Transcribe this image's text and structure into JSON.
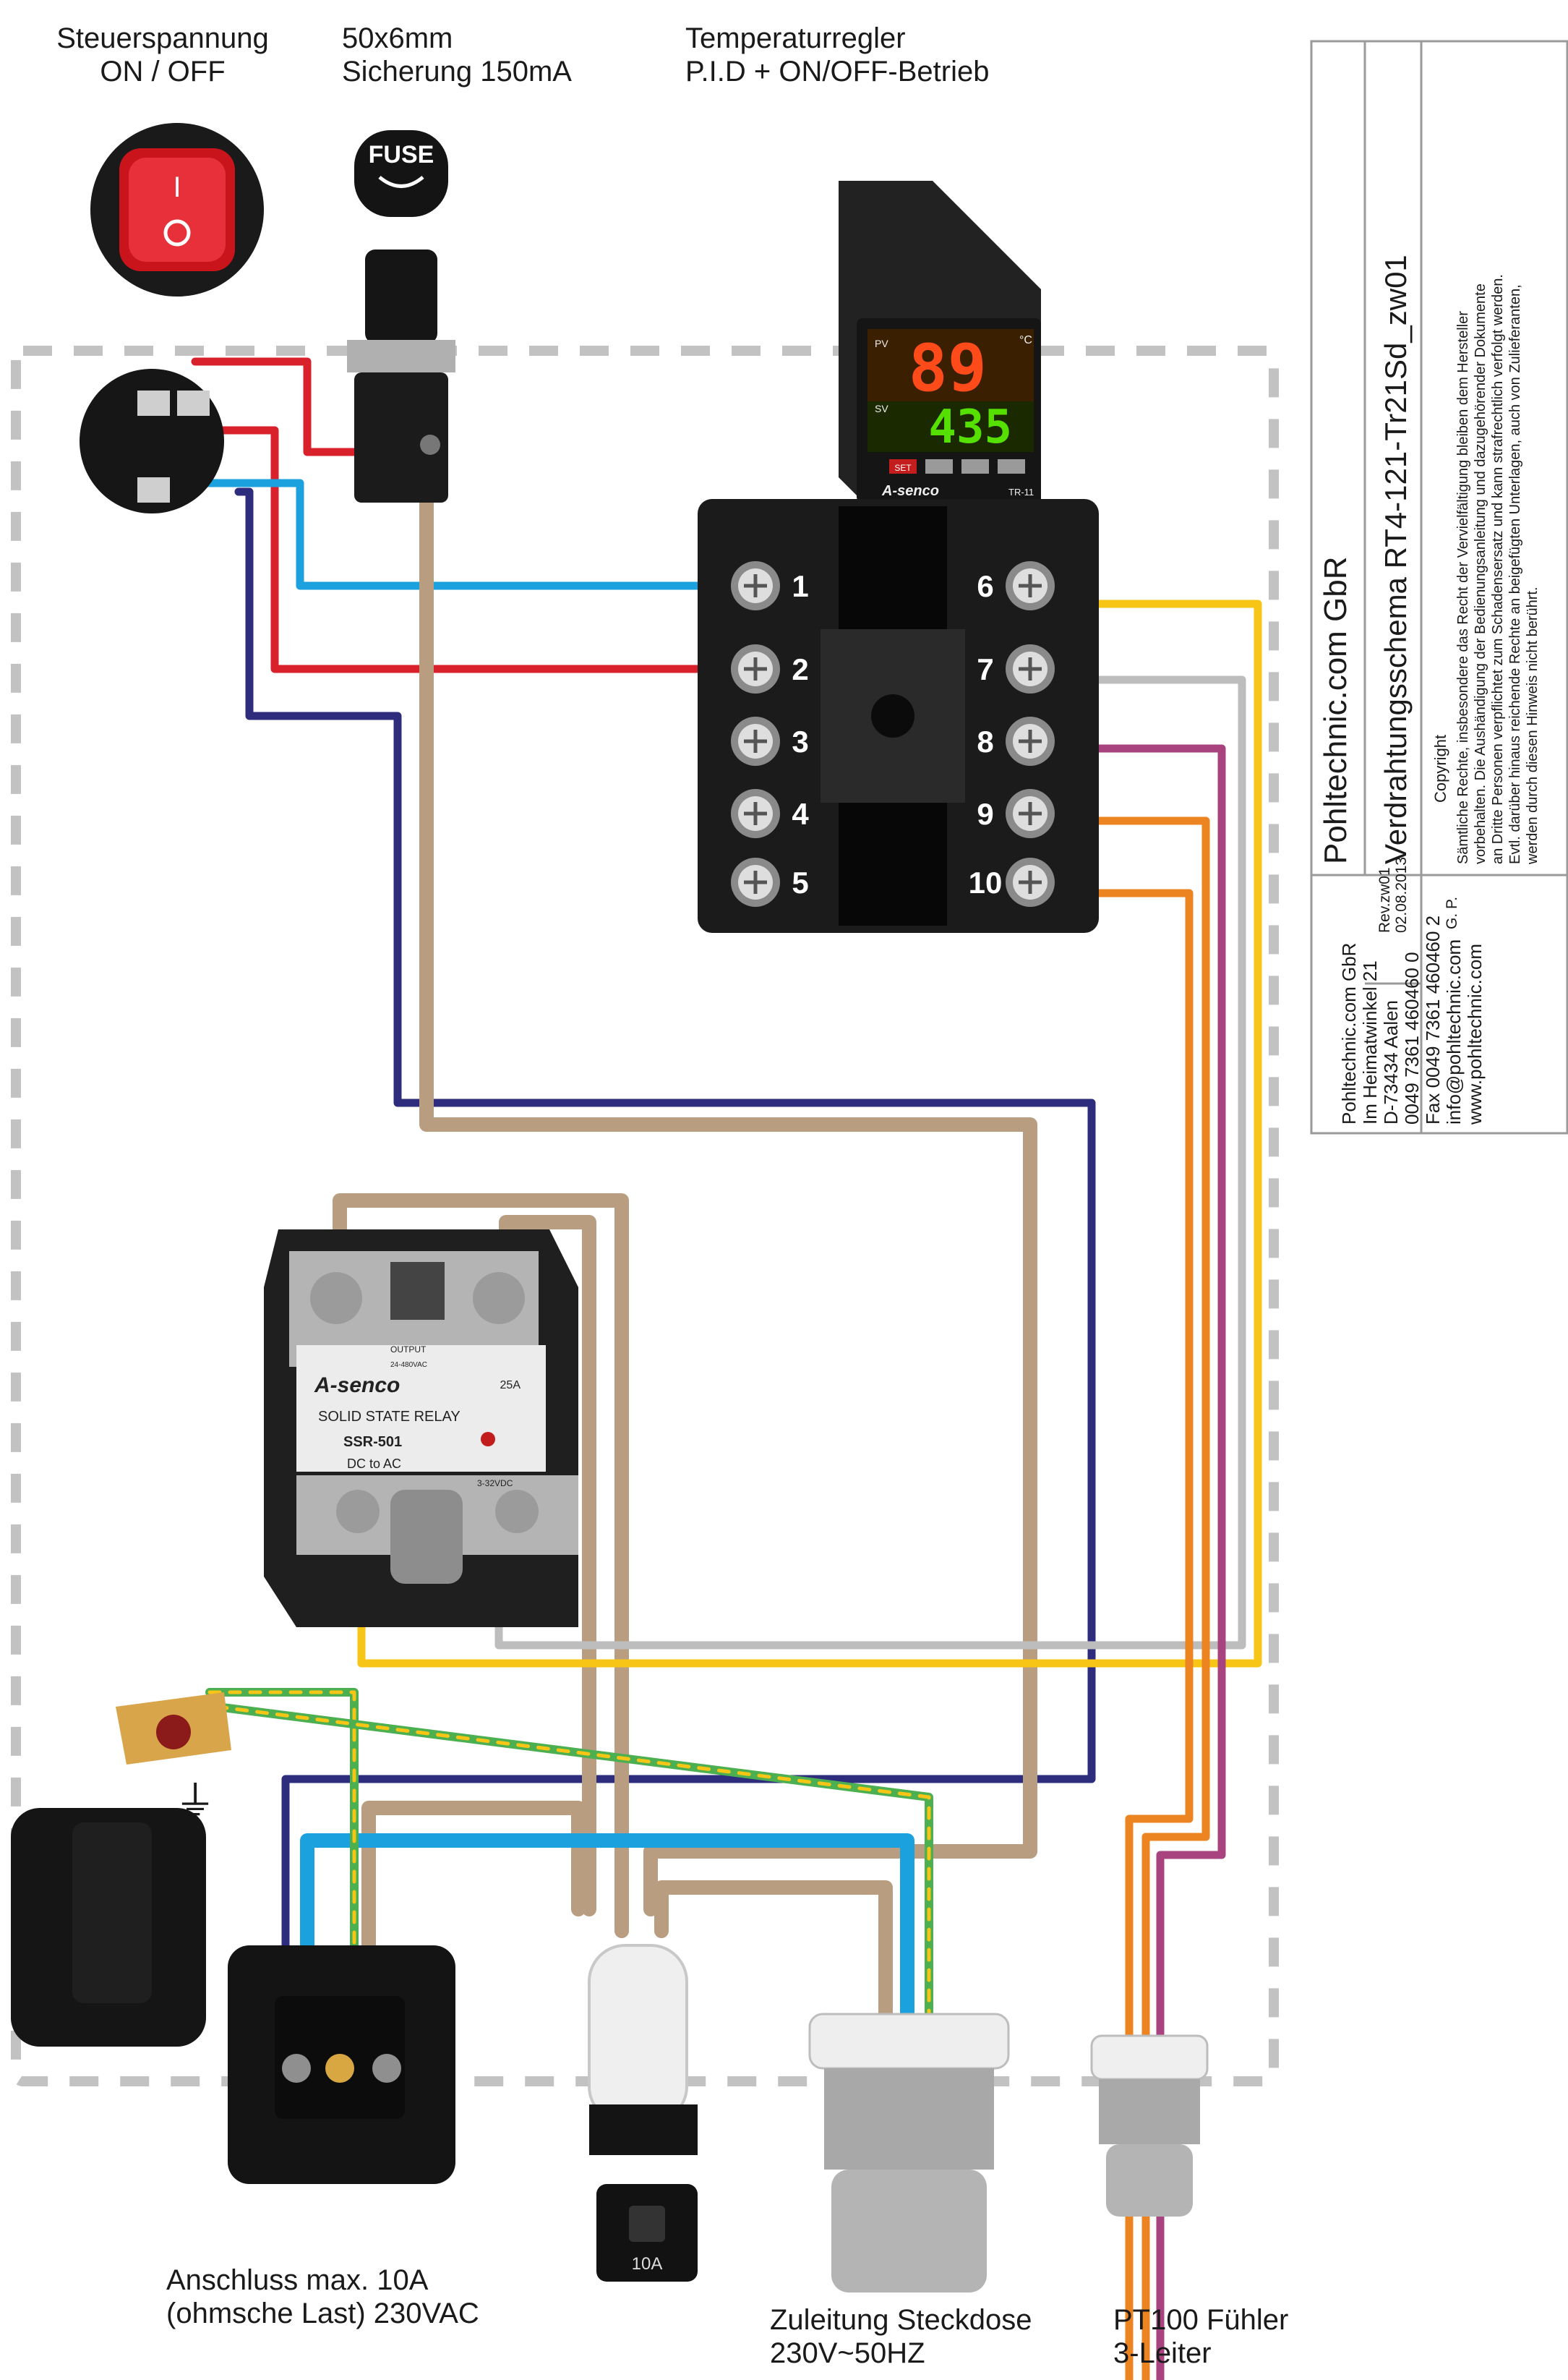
{
  "labels": {
    "switch_title": "Steuerspannung",
    "switch_sub": "ON / OFF",
    "fuse_title": "50x6mm",
    "fuse_sub": "Sicherung 150mA",
    "controller_title": "Temperaturregler",
    "controller_sub": "P.I.D + ON/OFF-Betrieb",
    "outlet_title": "Anschluss max. 10A",
    "outlet_sub": "(ohmsche Last) 230VAC",
    "supply_title": "Zuleitung Steckdose",
    "supply_sub": "230V~50HZ",
    "sensor_title": "PT100 Fühler",
    "sensor_sub": "3-Leiter"
  },
  "devices": {
    "fuse_cap_text": "FUSE",
    "controller_pv": "89",
    "controller_sv": "435",
    "controller_pv_label": "PV",
    "controller_sv_label": "SV",
    "controller_unit": "°C",
    "controller_brand": "A-senco",
    "controller_model": "TR-11",
    "controller_set_key": "SET",
    "ssr_brand": "A-senco",
    "ssr_type": "SOLID STATE RELAY",
    "ssr_model": "SSR-501",
    "ssr_mode": "DC to AC",
    "ssr_rating": "25A",
    "ssr_output": "OUTPUT",
    "ssr_output_range": "24-480VAC",
    "ssr_control": "3-32VDC",
    "breaker_rating": "10A",
    "ground_symbol": "⏚"
  },
  "terminals": [
    "1",
    "2",
    "3",
    "4",
    "5",
    "6",
    "7",
    "8",
    "9",
    "10"
  ],
  "title_block": {
    "company": "Pohltechnic.com GbR",
    "drawing_title": "Verdrahtungsschema  RT4-121-Tr21Sd_zw01",
    "rev": "Rev.zw01",
    "date": "02.08.2013",
    "author": "G. P.",
    "copyright_heading": "Copyright",
    "copyright_lines": [
      "Sämtliche Rechte, insbesondere das Recht  der Vervielfältigung bleiben dem Hersteller",
      "vorbehalten. Die Aushändigung der Bedienungsanleitung und dazugehörender Dokumente",
      "an Dritte Personen verpflichtet zum Schadensersatz und kann strafrechtlich verfolgt werden.",
      "Evtl. darüber hinaus reichende Rechte an beigefügten Unterlagen, auch von Zulieferanten,",
      "werden durch diesen Hinweis nicht berührt."
    ],
    "address_lines": [
      "Pohltechnic.com GbR",
      "Im Heimatwinkel 21",
      "D-73434 Aalen",
      "0049 7361 460460 0",
      "Fax 0049 7361 460460 2",
      "info@pohltechnic.com",
      "www.pohltechnic.com"
    ]
  },
  "colors": {
    "red": "#d9212b",
    "blue": "#1ba1dd",
    "navy": "#2e2c7d",
    "beige": "#b89d80",
    "yellow": "#f7c515",
    "grey": "#bdbdbd",
    "magenta": "#a8437f",
    "orange": "#ec8421",
    "green_yellow": "#4caf50",
    "dash": "#c2c2c2"
  }
}
